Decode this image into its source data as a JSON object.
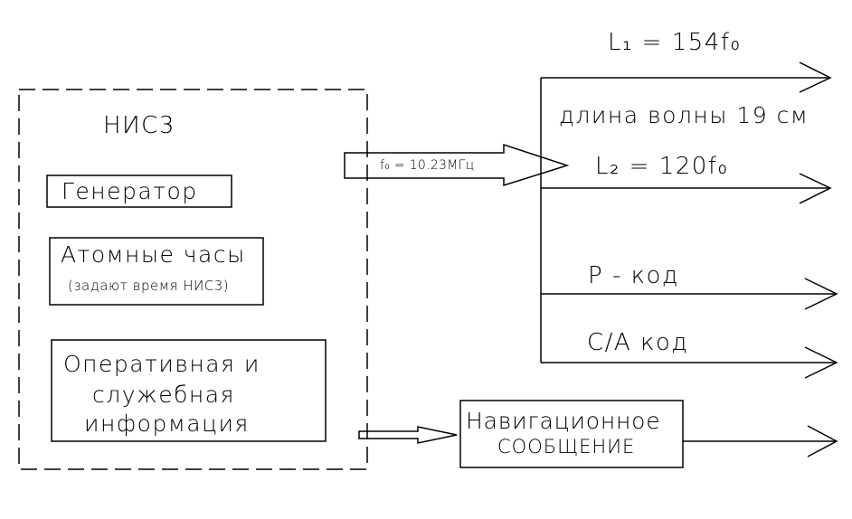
{
  "satellite": {
    "title": "НИС3",
    "generator": "Генератор",
    "clock_line1": "Атомные часы",
    "clock_line2": "(задают время НИС3)",
    "info_line1": "Оперативная и",
    "info_line2": "служебная",
    "info_line3": "информация"
  },
  "signal": {
    "freq_label": "f₀ = 10.23МГц"
  },
  "outputs": {
    "l1": "L₁ = 154f₀",
    "wavelength": "длина волны 19 см",
    "l2": "L₂ = 120f₀",
    "p_code": "P - код",
    "ca_code": "C/A код"
  },
  "navigation": {
    "line1": "Навигационное",
    "line2": "сообщение"
  }
}
